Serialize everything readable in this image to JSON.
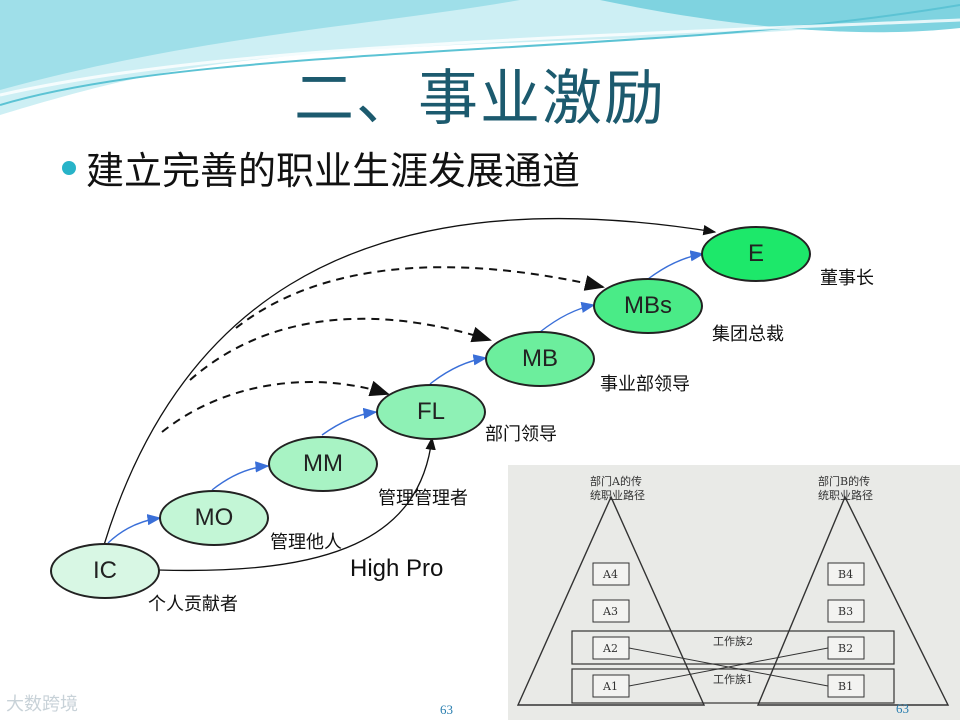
{
  "title": "二、事业激励",
  "bullet": "建立完善的职业生涯发展通道",
  "nodes": {
    "ic": "IC",
    "mo": "MO",
    "mm": "MM",
    "fl": "FL",
    "mb": "MB",
    "mbs": "MBs",
    "e": "E"
  },
  "roles": {
    "ic": "个人贡献者",
    "mo": "管理他人",
    "mm": "管理管理者",
    "fl": "部门领导",
    "mb": "事业部领导",
    "mbs": "集团总裁",
    "e": "董事长"
  },
  "high_pro": "High Pro",
  "inset": {
    "left_title_1": "部门A的传",
    "left_title_2": "统职业路径",
    "right_title_1": "部门B的传",
    "right_title_2": "统职业路径",
    "left_levels": [
      "A4",
      "A3",
      "A2",
      "A1"
    ],
    "right_levels": [
      "B4",
      "B3",
      "B2",
      "B1"
    ],
    "family_2": "工作族2",
    "family_1": "工作族1"
  },
  "page_number": "63",
  "inset_page_number": "63",
  "logo": "大数跨境",
  "colors": {
    "node_fill_light": "#d8f7e4",
    "node_fill_mid": "#7ff0ae",
    "node_fill_top": "#1de86a",
    "arrow_blue": "#3a6fd8",
    "title": "#1c5a6e",
    "bullet": "#27b3c8"
  }
}
